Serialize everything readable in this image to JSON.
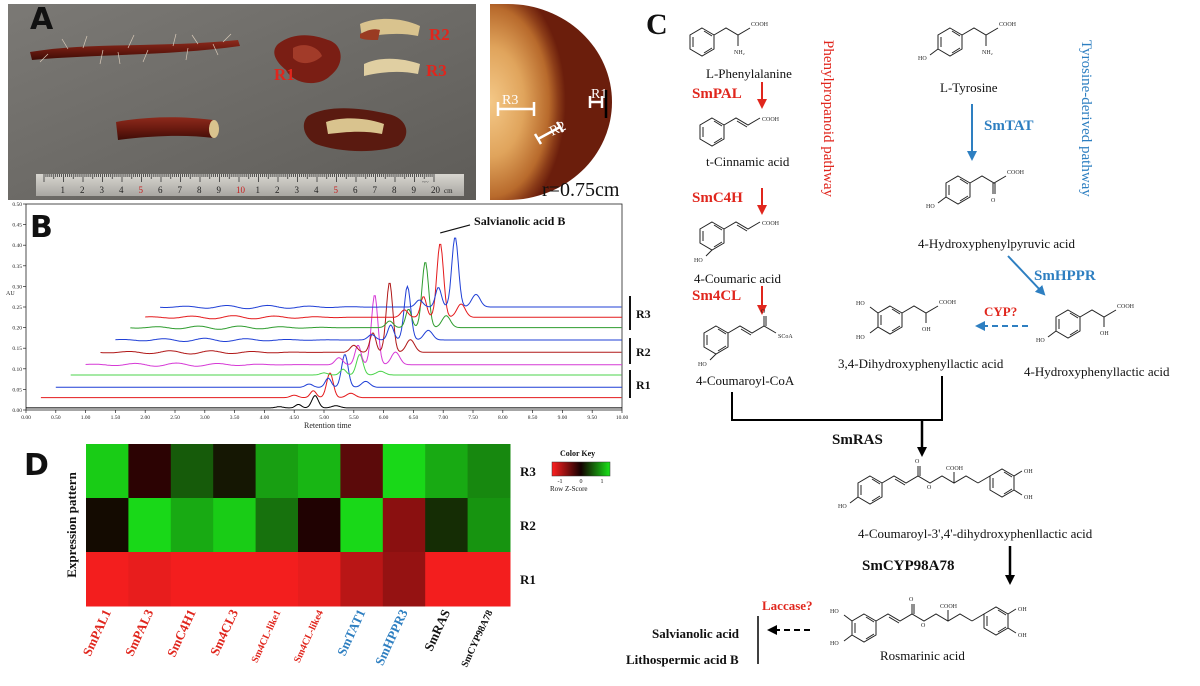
{
  "panels": {
    "a": "A",
    "b": "B",
    "c": "C",
    "d": "D"
  },
  "photo_a": {
    "labels": [
      "R1",
      "R2",
      "R3"
    ],
    "ruler_numbers": [
      "1",
      "2",
      "3",
      "4",
      "5",
      "6",
      "7",
      "8",
      "9",
      "10",
      "1",
      "2",
      "3",
      "4",
      "5",
      "6",
      "7",
      "8",
      "9",
      "20"
    ],
    "ruler_unit": "cm"
  },
  "cross_section": {
    "labels": [
      "R1",
      "R2",
      "R3"
    ],
    "radius": "r=0.75cm"
  },
  "colors": {
    "red_enzyme": "#e0261d",
    "blue_enzyme": "#2e7fc1",
    "heat_high": "#ff2020",
    "heat_low": "#19e319",
    "heat_mid": "#1a0000",
    "arrow_red": "#e0261d",
    "arrow_blue": "#2e7fc1"
  },
  "chart_data": {
    "type": "line",
    "title": "",
    "annotation": "Salvianolic acid B",
    "xlabel": "Retention time",
    "ylabel": "AU",
    "xlim": [
      0,
      10
    ],
    "ylim": [
      0,
      0.5
    ],
    "x_ticks": [
      "0.00",
      "0.50",
      "1.00",
      "1.50",
      "2.00",
      "2.50",
      "3.00",
      "3.50",
      "4.00",
      "4.50",
      "5.00",
      "5.50",
      "6.00",
      "6.50",
      "7.00",
      "7.50",
      "8.00",
      "8.50",
      "9.00",
      "9.50",
      "10.00"
    ],
    "y_ticks": [
      "0.00",
      "0.05",
      "0.10",
      "0.15",
      "0.20",
      "0.25",
      "0.30",
      "0.35",
      "0.40",
      "0.45",
      "0.50"
    ],
    "groups": [
      "R3",
      "R2",
      "R1"
    ],
    "series": [
      {
        "color": "#000000",
        "offset_x": 0.0,
        "baseline": 0.005,
        "peak_x": 4.85,
        "peak_h": 0.03
      },
      {
        "color": "#e41a1c",
        "offset_x": 0.25,
        "baseline": 0.03,
        "peak_x": 5.1,
        "peak_h": 0.06
      },
      {
        "color": "#1f3fd6",
        "offset_x": 0.5,
        "baseline": 0.055,
        "peak_x": 5.35,
        "peak_h": 0.08
      },
      {
        "color": "#4bd34b",
        "offset_x": 0.75,
        "baseline": 0.085,
        "peak_x": 5.6,
        "peak_h": 0.05
      },
      {
        "color": "#d63ad6",
        "offset_x": 1.0,
        "baseline": 0.11,
        "peak_x": 5.85,
        "peak_h": 0.17
      },
      {
        "color": "#b01818",
        "offset_x": 1.25,
        "baseline": 0.14,
        "peak_x": 6.1,
        "peak_h": 0.17
      },
      {
        "color": "#1f3fd6",
        "offset_x": 1.5,
        "baseline": 0.17,
        "peak_x": 6.4,
        "peak_h": 0.13
      },
      {
        "color": "#2e9c2e",
        "offset_x": 1.75,
        "baseline": 0.2,
        "peak_x": 6.7,
        "peak_h": 0.16
      },
      {
        "color": "#e41a1c",
        "offset_x": 2.0,
        "baseline": 0.225,
        "peak_x": 6.95,
        "peak_h": 0.18
      },
      {
        "color": "#1f3fd6",
        "offset_x": 2.25,
        "baseline": 0.25,
        "peak_x": 7.2,
        "peak_h": 0.17
      }
    ]
  },
  "heatmap": {
    "ylabel": "Expression pattern",
    "rows": [
      "R3",
      "R2",
      "R1"
    ],
    "columns": [
      {
        "label": "SmPAL1",
        "color": "#e0261d"
      },
      {
        "label": "SmPAL3",
        "color": "#e0261d"
      },
      {
        "label": "SmC4H1",
        "color": "#e0261d"
      },
      {
        "label": "Sm4CL3",
        "color": "#e0261d"
      },
      {
        "label": "Sm4CL-like1",
        "color": "#e0261d"
      },
      {
        "label": "Sm4CL-like4",
        "color": "#e0261d"
      },
      {
        "label": "SmTAT1",
        "color": "#2e7fc1"
      },
      {
        "label": "SmHPPR3",
        "color": "#2e7fc1"
      },
      {
        "label": "SmRAS",
        "color": "#111111"
      },
      {
        "label": "SmCYP98A78",
        "color": "#111111"
      }
    ],
    "values": [
      [
        0.9,
        -0.1,
        0.4,
        0.1,
        0.7,
        0.8,
        -0.3,
        0.95,
        0.75,
        0.6
      ],
      [
        0.05,
        0.95,
        0.75,
        0.9,
        0.5,
        -0.05,
        0.95,
        -0.5,
        0.2,
        0.65
      ],
      [
        -0.95,
        -0.9,
        -0.95,
        -0.95,
        -0.95,
        -0.9,
        -0.7,
        -0.55,
        -0.95,
        -0.95
      ]
    ],
    "color_key": {
      "title": "Color Key",
      "ticks": [
        "-1",
        "0",
        "1"
      ],
      "caption": "Row Z-Score"
    }
  },
  "pathway": {
    "compounds": {
      "phe": "L-Phenylalanine",
      "tyr": "L-Tyrosine",
      "cin": "t-Cinnamic acid",
      "hpp": "4-Hydroxyphenylpyruvic acid",
      "cou": "4-Coumaric acid",
      "dhpl": "3,4-Dihydroxyphenyllactic acid",
      "hpl": "4-Hydroxyphenyllactic acid",
      "coa": "4-Coumaroyl-CoA",
      "cdh": "4-Coumaroyl-3',4'-dihydroxyphenllactic acid",
      "ros": "Rosmarinic acid",
      "sal": "Salvianolic acid",
      "lit": "Lithospermic acid B"
    },
    "enzymes": {
      "pal": "SmPAL",
      "c4h": "SmC4H",
      "cl": "Sm4CL",
      "tat": "SmTAT",
      "hppr": "SmHPPR",
      "cyp": "CYP?",
      "ras": "SmRAS",
      "cyp98": "SmCYP98A78",
      "lac": "Laccase?"
    },
    "pathways": {
      "phenylpropanoid": "Phenylpropanoid pathway",
      "tyrosine": "Tyrosine-derived pathway"
    },
    "groups": {
      "cooh": "COOH",
      "nh2": "NH₂",
      "ho": "HO",
      "oh": "OH",
      "o": "O",
      "scoa": "SCoA"
    }
  }
}
